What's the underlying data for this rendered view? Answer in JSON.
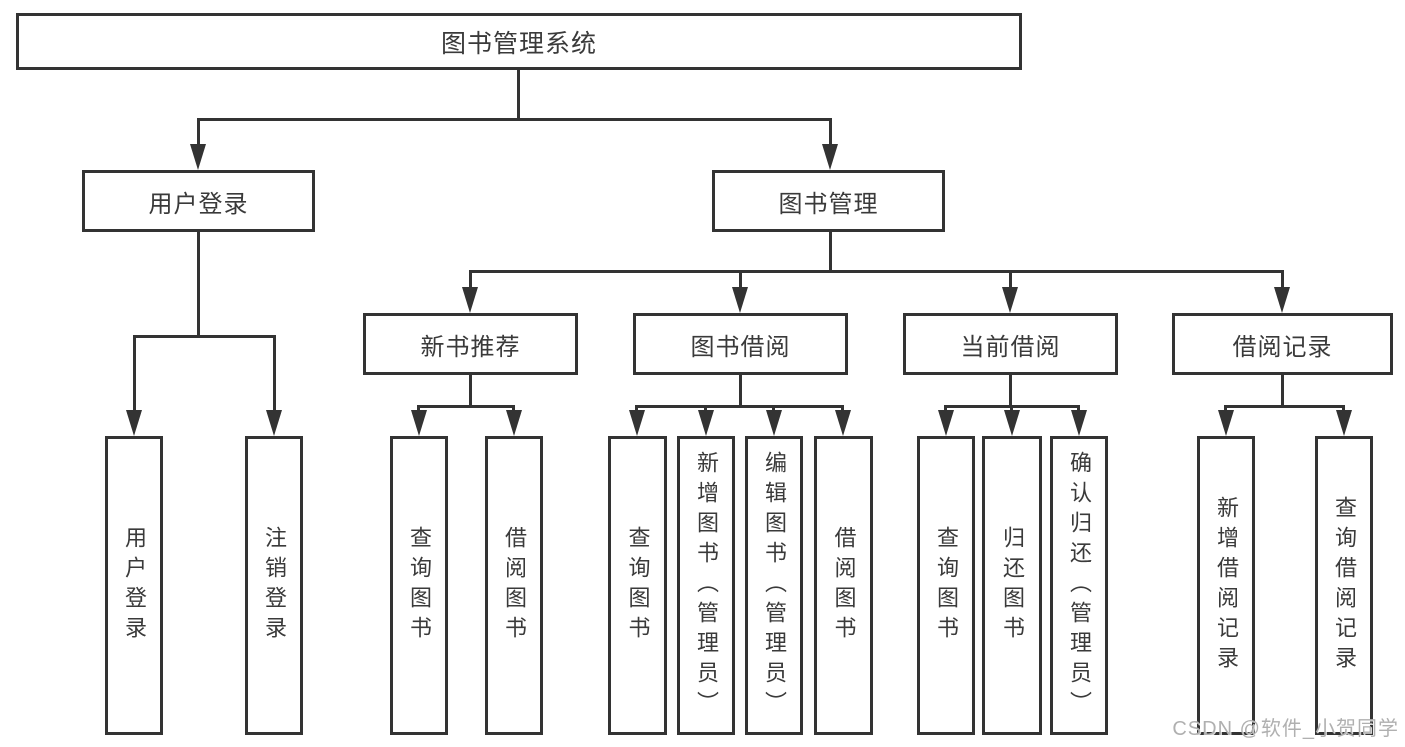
{
  "tree": {
    "root": {
      "label": "图书管理系统"
    },
    "branches": [
      {
        "label": "用户登录",
        "children": [
          {
            "label": "用户登录"
          },
          {
            "label": "注销登录"
          }
        ]
      },
      {
        "label": "图书管理",
        "children": [
          {
            "label": "新书推荐",
            "children": [
              {
                "label": "查询图书"
              },
              {
                "label": "借阅图书"
              }
            ]
          },
          {
            "label": "图书借阅",
            "children": [
              {
                "label": "查询图书"
              },
              {
                "label": "新增图书（管理员）"
              },
              {
                "label": "编辑图书（管理员）"
              },
              {
                "label": "借阅图书"
              }
            ]
          },
          {
            "label": "当前借阅",
            "children": [
              {
                "label": "查询图书"
              },
              {
                "label": "归还图书"
              },
              {
                "label": "确认归还（管理员）"
              }
            ]
          },
          {
            "label": "借阅记录",
            "children": [
              {
                "label": "新增借阅记录"
              },
              {
                "label": "查询借阅记录"
              }
            ]
          }
        ]
      }
    ]
  },
  "watermark": {
    "text": "CSDN @软件_小贺同学"
  },
  "colors": {
    "line": "#333333",
    "box_border": "#333333",
    "box_fill": "#ffffff",
    "text": "#3a3a3a",
    "watermark": "#b0b0b0",
    "background": "#ffffff"
  }
}
